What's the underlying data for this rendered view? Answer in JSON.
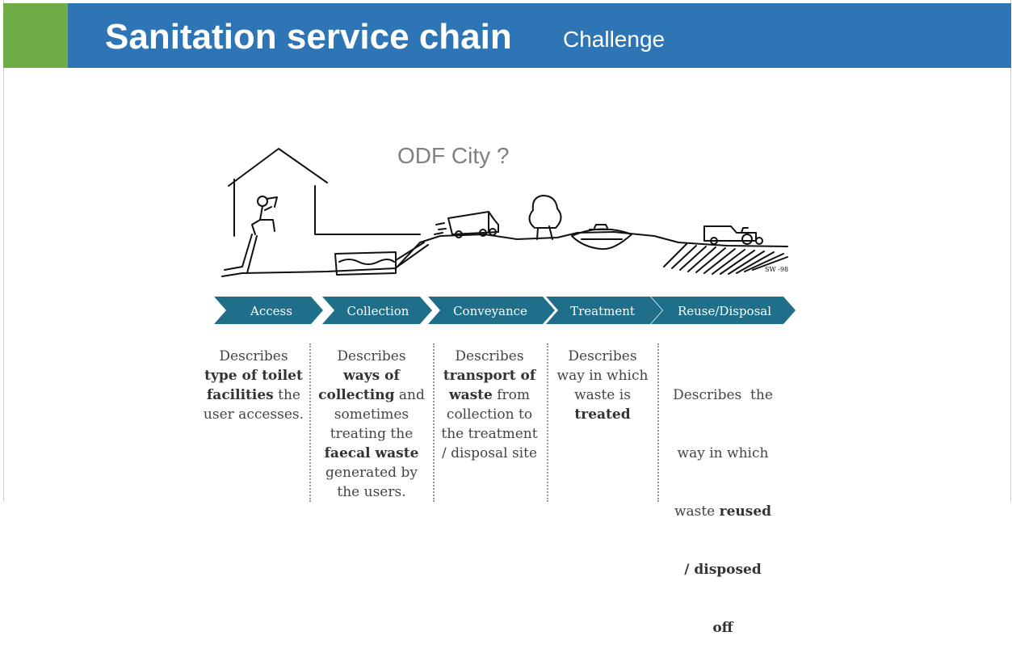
{
  "header": {
    "title": "Sanitation service chain",
    "subtitle": "Challenge"
  },
  "question": "ODF City ?",
  "signature": "SW -98",
  "colors": {
    "header_blue": "#2e75b6",
    "accent_green": "#70ad47",
    "chevron_teal": "#1f6f8b"
  },
  "steps": [
    {
      "label": "Access",
      "desc": [
        [
          "Describes",
          ""
        ],
        [
          "type of toilet",
          "b"
        ],
        [
          "facilities",
          "b"
        ],
        [
          " the",
          ""
        ],
        [
          "user accesses.",
          ""
        ]
      ]
    },
    {
      "label": "Collection",
      "desc": []
    },
    {
      "label": "Conveyance",
      "desc": []
    },
    {
      "label": "Treatment",
      "desc": []
    },
    {
      "label": "Reuse/Disposal",
      "desc": []
    }
  ],
  "descriptions": {
    "access": {
      "l1": "Describes",
      "l2b": "type of toilet",
      "l3b": "facilities",
      "l3": " the",
      "l4": "user accesses."
    },
    "collection": {
      "l1": "Describes",
      "l2b": "ways of",
      "l3b": "collecting",
      "l3": " and",
      "l4": "sometimes",
      "l5": "treating the",
      "l6b": "faecal waste",
      "l7": "generated by",
      "l8": "the users."
    },
    "conveyance": {
      "l1": "Describes",
      "l2b": "transport of",
      "l3b": "waste",
      "l3": " from",
      "l4": "collection to",
      "l5": "the treatment",
      "l6": "/ disposal site"
    },
    "treatment": {
      "l1": "Describes",
      "l2": "way in which",
      "l3": "waste is",
      "l4b": "treated"
    },
    "reuse": {
      "l1": "Describes  the",
      "l2": "way in which",
      "l3": "waste ",
      "l3b": "reused",
      "l4b": "/ disposed",
      "l5b": "off"
    }
  }
}
